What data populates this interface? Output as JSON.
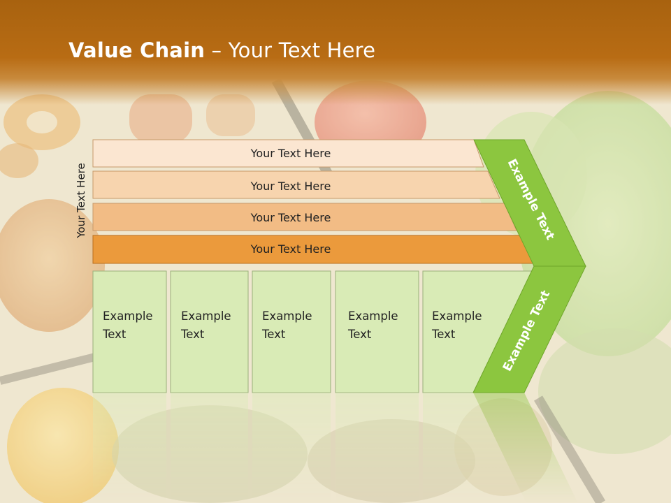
{
  "slide": {
    "title_bold": "Value Chain",
    "title_rest": " – Your Text Here",
    "vertical_label": "Your Text Here"
  },
  "support_rows": [
    {
      "label": "Your Text Here",
      "color": "#fbe6d1"
    },
    {
      "label": "Your Text Here",
      "color": "#f7d4ae"
    },
    {
      "label": "Your Text Here",
      "color": "#f2bc85"
    },
    {
      "label": "Your Text Here",
      "color": "#eb9a3c"
    }
  ],
  "primary_boxes": [
    {
      "line1": "Example",
      "line2": "Text"
    },
    {
      "line1": "Example",
      "line2": "Text"
    },
    {
      "line1": "Example",
      "line2": "Text"
    },
    {
      "line1": "Example",
      "line2": "Text"
    },
    {
      "line1": "Example",
      "line2": "Text"
    }
  ],
  "chevron": {
    "top_label": "Example Text",
    "bottom_label": "Example Text",
    "color": "#8cc63f"
  },
  "colors": {
    "header": "#b86c14",
    "primary_box": "#d9ebb6",
    "primary_border": "#9aaf7a"
  }
}
